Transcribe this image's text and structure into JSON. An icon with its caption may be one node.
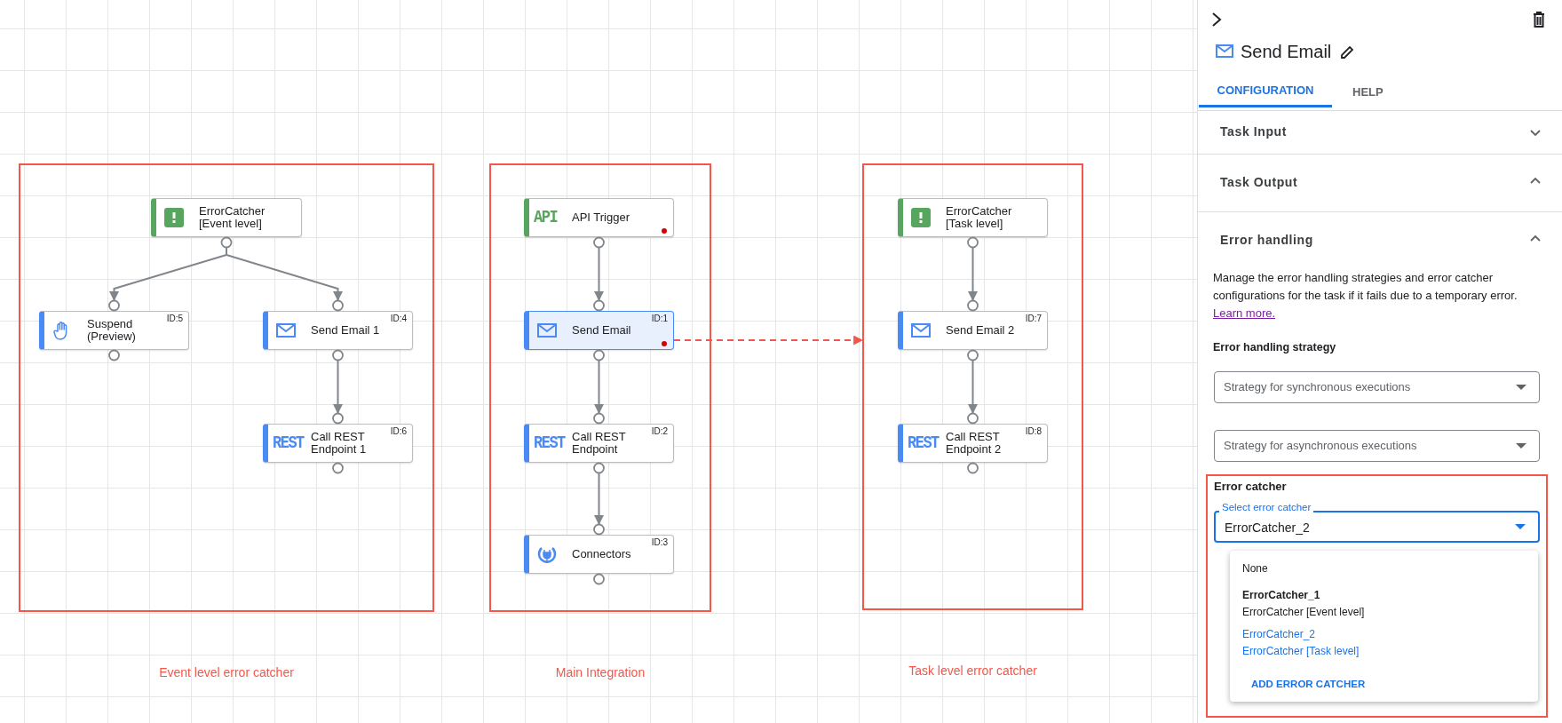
{
  "diagram": {
    "nodes": [
      {
        "text": [
          "Event level error catcher"
        ]
      },
      {
        "text": [
          "ErrorCatcher [Event level]"
        ],
        "in": 0
      },
      {
        "text": [
          "Suspend (Preview)",
          "ID:5"
        ],
        "in": 0
      },
      {
        "text": [
          "Send Email 1",
          "ID:4"
        ],
        "in": 0
      },
      {
        "text": [
          "REST",
          "Call REST Endpoint 1",
          "ID:6"
        ],
        "in": 0
      },
      {
        "text": [
          "Main Integration"
        ]
      },
      {
        "text": [
          "API",
          "API Trigger"
        ],
        "in": 5
      },
      {
        "text": [
          "Send Email",
          "ID:1"
        ],
        "in": 5
      },
      {
        "text": [
          "REST",
          "Call REST Endpoint",
          "ID:2"
        ],
        "in": 5
      },
      {
        "text": [
          "Connectors",
          "ID:3"
        ],
        "in": 5
      },
      {
        "text": [
          "Task level error catcher"
        ]
      },
      {
        "text": [
          "ErrorCatcher [Task level]"
        ],
        "in": 10
      },
      {
        "text": [
          "Send Email 2",
          "ID:7"
        ],
        "in": 10
      },
      {
        "text": [
          "REST",
          "Call REST Endpoint 2",
          "ID:8"
        ],
        "in": 10
      },
      {
        "text": [
          "Error catcher"
        ]
      }
    ],
    "edges": [
      {
        "from": 1,
        "to": 2,
        "arrow": "to"
      },
      {
        "from": 1,
        "to": 3,
        "arrow": "to"
      },
      {
        "from": 3,
        "to": 4,
        "arrow": "to"
      },
      {
        "from": 6,
        "to": 7,
        "arrow": "to"
      },
      {
        "from": 7,
        "to": 8,
        "arrow": "to"
      },
      {
        "from": 8,
        "to": 9,
        "arrow": "to"
      },
      {
        "from": 7,
        "to": 10,
        "arrow": "to",
        "style": "dashed",
        "color": "#f4574a"
      },
      {
        "from": 11,
        "to": 12,
        "arrow": "to"
      },
      {
        "from": 12,
        "to": 13,
        "arrow": "to"
      }
    ],
    "labels": [
      "Send Email",
      "CONFIGURATION",
      "HELP",
      "Task Input",
      "Task Output",
      "Error handling",
      "Manage the error handling strategies and error catcher configurations for the task if it fails due to a temporary error.",
      "Learn more.",
      "Error handling strategy",
      "Strategy for synchronous executions",
      "Strategy for asynchronous executions",
      "Select error catcher",
      "ErrorCatcher_2",
      "None",
      "ErrorCatcher_1",
      "ErrorCatcher [Event level]",
      "ErrorCatcher_2",
      "ErrorCatcher [Task level]",
      "ADD ERROR CATCHER"
    ]
  }
}
